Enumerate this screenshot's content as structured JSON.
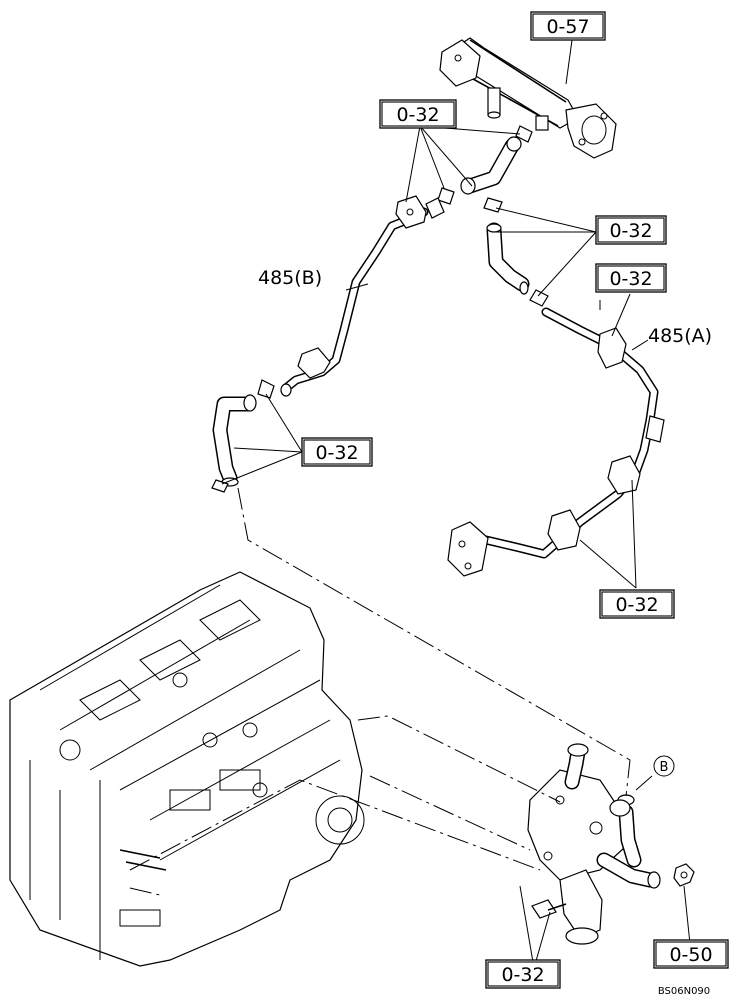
{
  "references": {
    "egr_cooler": "0-57",
    "clamp_top": "0-32",
    "clamp_mid_right": "0-32",
    "clamp_pipe_a": "0-32",
    "clamp_hose_b": "0-32",
    "bracket_lower": "0-32",
    "bolt_bottom": "0-32",
    "nut_bottom": "0-50"
  },
  "parts": {
    "pipe_b": "485(B)",
    "pipe_a": "485(A)",
    "marker_b": "B"
  },
  "diagram_code": "BS06N090"
}
